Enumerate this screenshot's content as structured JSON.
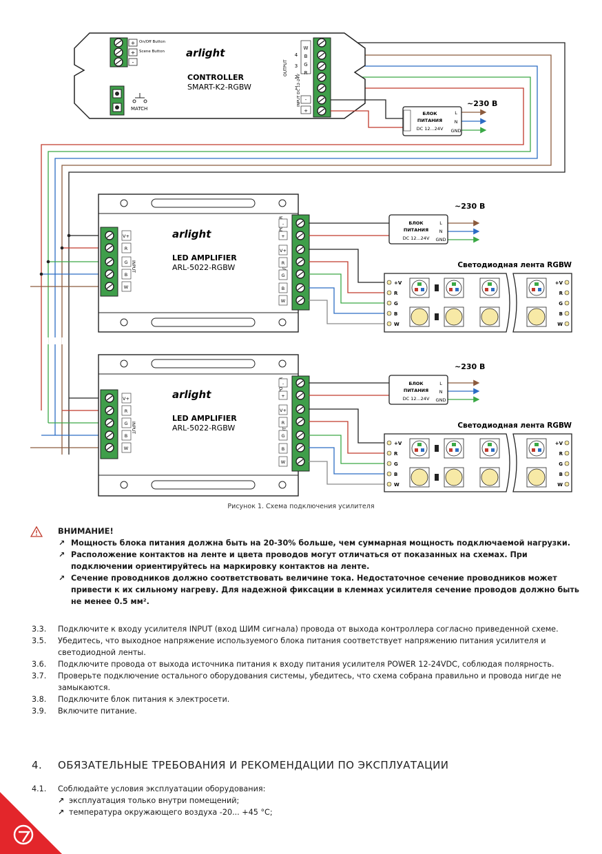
{
  "diagram": {
    "controller": {
      "brand": "arlight",
      "title": "CONTROLLER",
      "model": "SMART-K2-RGBW",
      "match_label": "MATCH",
      "button_labels": [
        "On/Off Button",
        "Scene Button"
      ],
      "plus": "+",
      "minus": "-",
      "output_label": "OUTPUT",
      "input_label": "INPUT DC 12-24V",
      "channels": [
        "4",
        "3",
        "2",
        "1"
      ],
      "terminal_marks": [
        "W",
        "B",
        "G",
        "R"
      ]
    },
    "power_supply": {
      "title_line1": "БЛОК",
      "title_line2": "ПИТАНИЯ",
      "voltage": "DC 12...24V",
      "terminals": [
        "L",
        "N",
        "GND"
      ],
      "mains": "~230 В"
    },
    "amplifier": {
      "brand": "arlight",
      "title": "LED AMPLIFIER",
      "model": "ARL-5022-RGBW",
      "input_label": "INPUT",
      "output_label": "OUTPUT",
      "power_label": "POWER",
      "input_terminals": [
        "V+",
        "R",
        "G",
        "B",
        "W"
      ],
      "output_terminals": [
        "V+",
        "R",
        "G",
        "B",
        "W"
      ]
    },
    "led_strip": {
      "title": "Светодиодная лента RGBW",
      "pins": [
        "+V",
        "R",
        "G",
        "B",
        "W"
      ]
    },
    "colors": {
      "red": "#c0392b",
      "green": "#3aa845",
      "blue": "#2b6cc4",
      "brown": "#8b5a3c",
      "black": "#222222",
      "gray": "#8a8a8a",
      "terminal_green": "#3f9e4a",
      "led_yellow": "#f7e9a6"
    }
  },
  "caption": "Рисунок 1. Схема подключения усилителя",
  "warning": {
    "title": "ВНИМАНИЕ!",
    "items": [
      "Мощность блока питания должна быть на 20-30% больше, чем суммарная мощность подключаемой нагрузки.",
      "Расположение контактов на ленте и цвета проводов могут отличаться от показанных на схемах. При подключении ориентируйтесь на маркировку контактов на ленте.",
      "Сечение проводников должно соответствовать величине тока. Недостаточное сечение проводников может привести к их сильному нагреву. Для надежной фиксации в клеммах усилителя сечение проводов должно быть не менее 0.5 мм²."
    ]
  },
  "steps": [
    {
      "num": "3.3.",
      "text": "Подключите к входу усилителя INPUT (вход ШИМ сигнала) провода от выхода контроллера согласно приведенной схеме."
    },
    {
      "num": "3.5.",
      "text": "Убедитесь, что выходное напряжение используемого блока питания соответствует напряжению питания усилителя и светодиодной ленты."
    },
    {
      "num": "3.6.",
      "text": "Подключите провода от выхода источника питания к входу питания усилителя POWER 12-24VDC, соблюдая полярность."
    },
    {
      "num": "3.7.",
      "text": "Проверьте подключение остального оборудования системы, убедитесь, что схема собрана правильно и провода нигде не замыкаются."
    },
    {
      "num": "3.8.",
      "text": "Подключите блок питания к электросети."
    },
    {
      "num": "3.9.",
      "text": "Включите питание."
    }
  ],
  "section": {
    "num": "4.",
    "title": "ОБЯЗАТЕЛЬНЫЕ ТРЕБОВАНИЯ И РЕКОМЕНДАЦИИ ПО ЭКСПЛУАТАЦИИ"
  },
  "subsection": {
    "num": "4.1.",
    "text": "Соблюдайте условия эксплуатации оборудования:",
    "items": [
      "эксплуатация только внутри помещений;",
      "температура окружающего воздуха -20... +45 °C;"
    ]
  }
}
